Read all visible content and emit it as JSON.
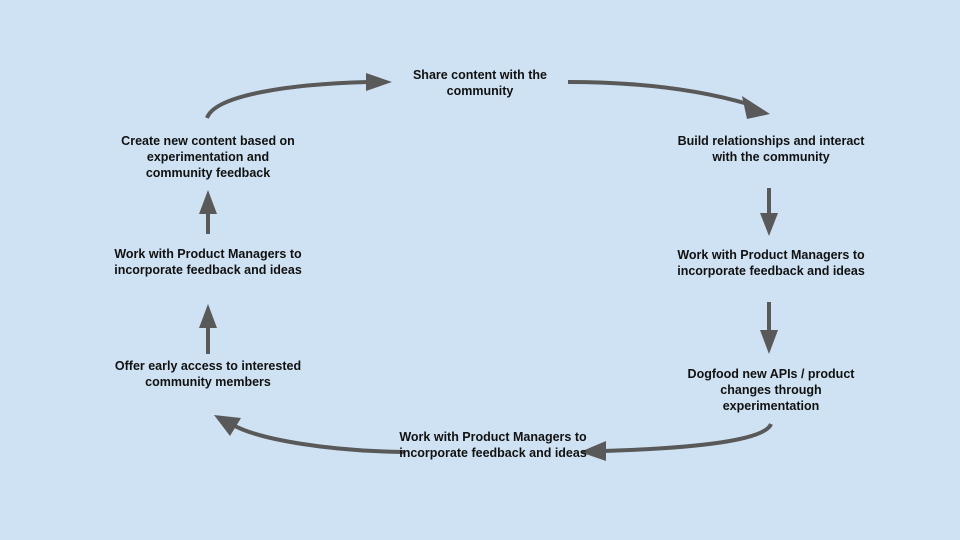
{
  "diagram": {
    "nodes": [
      "Share content with the community",
      "Build relationships and interact with the community",
      "Work with Product Managers to incorporate feedback and ideas",
      "Dogfood new APIs / product changes through experimentation",
      "Work with Product Managers to incorporate feedback and ideas",
      "Offer early access to interested community members",
      "Work with Product Managers to incorporate feedback and ideas",
      "Create new content based on experimentation and community feedback"
    ],
    "colors": {
      "background": "#cfe2f3",
      "arrow": "#595959",
      "text": "#111111"
    }
  }
}
